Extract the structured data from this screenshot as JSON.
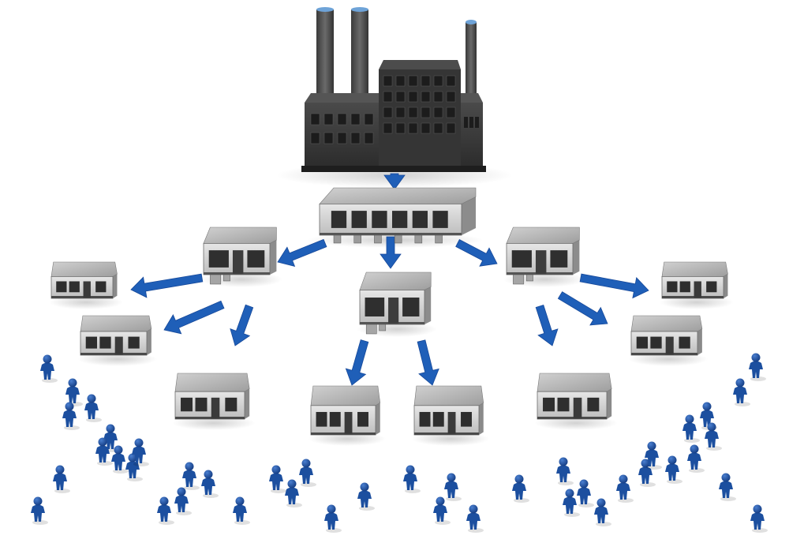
{
  "diagram": {
    "type": "supply-chain-distribution",
    "colors": {
      "arrow": "#1f5fb8",
      "arrow_dark": "#17499a",
      "people": "#1c4f9f",
      "people_dark": "#123c80",
      "building_roof": "#b7b7b7",
      "building_wall": "#d9d9d9",
      "building_dark": "#3a3a3a",
      "factory_body": "#3c3c3c",
      "factory_dark": "#1e1e1e",
      "stack_cap": "#6ea3d8"
    },
    "nodes": [
      {
        "id": "factory",
        "kind": "factory"
      },
      {
        "id": "central-warehouse",
        "kind": "warehouse-large"
      },
      {
        "id": "regional-left",
        "kind": "warehouse"
      },
      {
        "id": "regional-center",
        "kind": "warehouse"
      },
      {
        "id": "regional-right",
        "kind": "warehouse"
      },
      {
        "id": "store-1",
        "kind": "store"
      },
      {
        "id": "store-2",
        "kind": "store"
      },
      {
        "id": "store-3",
        "kind": "store"
      },
      {
        "id": "store-4",
        "kind": "store"
      },
      {
        "id": "store-5",
        "kind": "store"
      },
      {
        "id": "store-6",
        "kind": "store"
      },
      {
        "id": "store-7",
        "kind": "store"
      },
      {
        "id": "store-8",
        "kind": "store"
      }
    ],
    "edges": [
      [
        "factory",
        "central-warehouse"
      ],
      [
        "central-warehouse",
        "regional-left"
      ],
      [
        "central-warehouse",
        "regional-center"
      ],
      [
        "central-warehouse",
        "regional-right"
      ],
      [
        "regional-left",
        "store-1"
      ],
      [
        "regional-left",
        "store-2"
      ],
      [
        "regional-left",
        "store-3"
      ],
      [
        "regional-center",
        "store-4"
      ],
      [
        "regional-center",
        "store-5"
      ],
      [
        "regional-right",
        "store-6"
      ],
      [
        "regional-right",
        "store-7"
      ],
      [
        "regional-right",
        "store-8"
      ]
    ],
    "customers": 42
  }
}
